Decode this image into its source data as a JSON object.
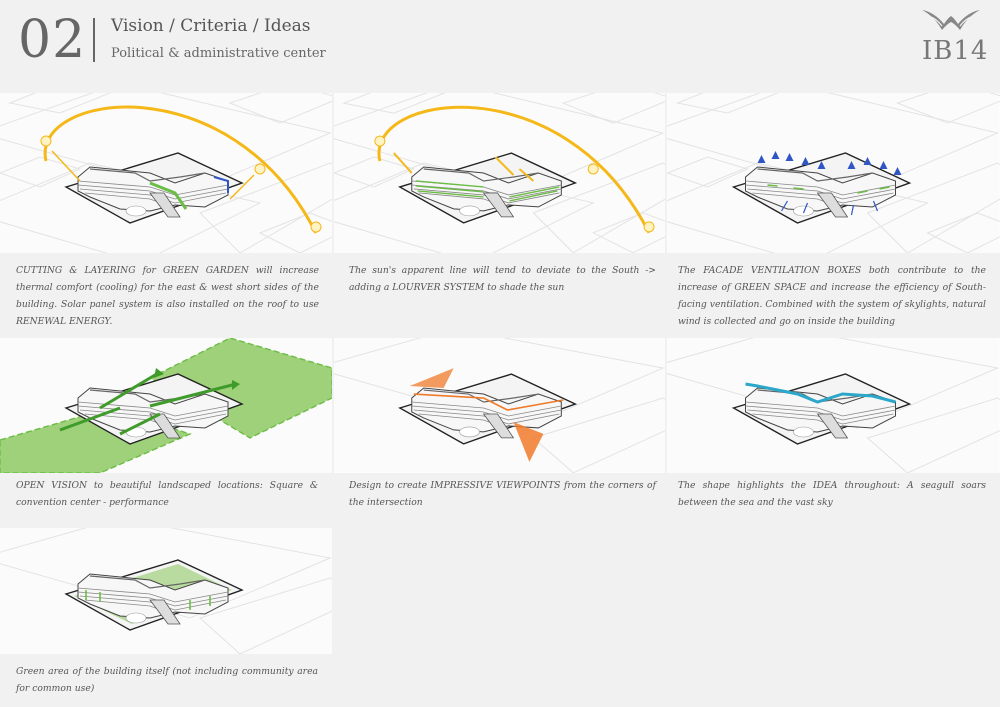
{
  "header": {
    "number": "02",
    "title": "Vision / Criteria / Ideas",
    "subtitle": "Political & administrative center",
    "logo_text": "IB14"
  },
  "colors": {
    "sun": "#f5b819",
    "green": "#6bbd45",
    "green_fill": "#9fd07a",
    "orange": "#f07a2a",
    "blue": "#2f56c4",
    "cyan": "#2aa7c9"
  },
  "panels": [
    {
      "id": "p1",
      "caption": "CUTTING & LAYERING for GREEN GARDEN will increase thermal comfort (cooling) for the east & west short sides of the building. Solar panel system is also installed on the roof to use RENEWAL ENERGY."
    },
    {
      "id": "p2",
      "caption": "The sun's apparent line will tend to deviate to the South -> adding a LOURVER SYSTEM to shade the sun"
    },
    {
      "id": "p3",
      "caption": "The FACADE VENTILATION BOXES both contribute to the increase of GREEN SPACE and increase the efficiency of South-facing ventilation. Combined with the system of skylights, natural wind is collected and go on inside the building"
    },
    {
      "id": "p4",
      "caption": "OPEN VISION to beautiful landscaped locations: Square & convention center - performance"
    },
    {
      "id": "p5",
      "caption": "Design to create IMPRESSIVE VIEWPOINTS from the corners of the intersection"
    },
    {
      "id": "p6",
      "caption": "The shape highlights the IDEA throughout: A seagull soars between the sea and the vast sky"
    },
    {
      "id": "p7",
      "caption": "Green area of the building itself (not including community area for common use)"
    }
  ]
}
